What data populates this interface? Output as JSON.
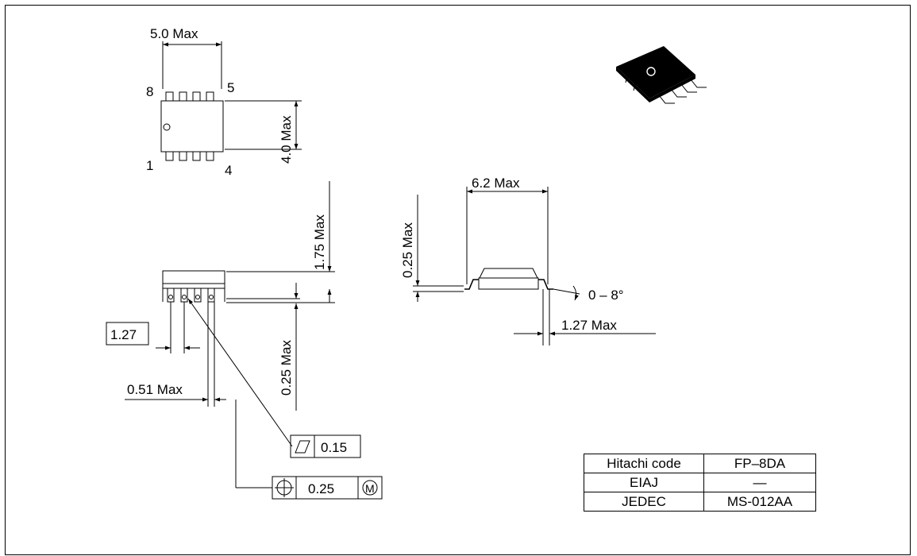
{
  "package_top": {
    "width_label": "5.0 Max",
    "height_label": "4.0 Max",
    "pins": {
      "top_left": "8",
      "top_right": "5",
      "bottom_left": "1",
      "bottom_right": "4"
    }
  },
  "side_view": {
    "height_label": "1.75 Max",
    "standoff_label": "0.25 Max",
    "pitch_label": "1.27",
    "lead_width_label": "0.51 Max",
    "flatness_value": "0.15",
    "position_value": "0.25",
    "position_modifier": "M"
  },
  "end_view": {
    "width_label": "6.2 Max",
    "lead_thickness_label": "0.25 Max",
    "angle_label": "0 – 8°",
    "foot_length_label": "1.27 Max"
  },
  "codes_table": {
    "rows": [
      {
        "key": "Hitachi code",
        "value": "FP–8DA"
      },
      {
        "key": "EIAJ",
        "value": "—"
      },
      {
        "key": "JEDEC",
        "value": "MS-012AA"
      }
    ]
  }
}
